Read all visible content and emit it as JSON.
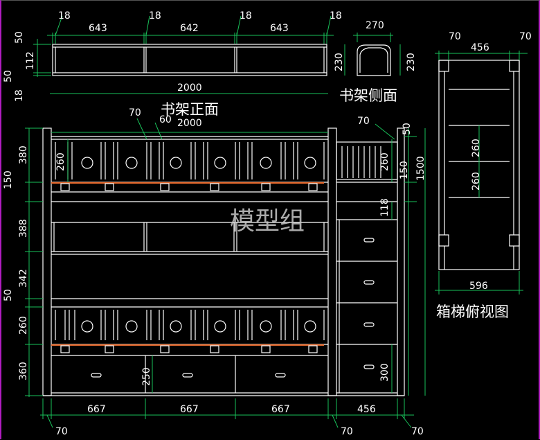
{
  "titles": {
    "front": "书架正面",
    "side": "书架侧面",
    "top_view": "箱梯俯视图",
    "watermark": "模型组"
  },
  "dims": {
    "shelf_top": [
      "18",
      "643",
      "18",
      "642",
      "18",
      "643",
      "18"
    ],
    "shelf_left": [
      "50",
      "112",
      "50",
      "18"
    ],
    "shelf_width": "2000",
    "shelf_height": "230",
    "side_width": "270",
    "side_height": "230",
    "top_view": [
      "70",
      "456",
      "70",
      "260",
      "260",
      "596"
    ],
    "main_top": [
      "70",
      "60",
      "2000"
    ],
    "main_left": [
      "380",
      "150",
      "388",
      "342",
      "50",
      "260",
      "360"
    ],
    "inner": [
      "260",
      "260",
      "118",
      "250",
      "300"
    ],
    "stair_right": [
      "70",
      "50",
      "150",
      "1500"
    ],
    "bottom": [
      "667",
      "667",
      "667",
      "456"
    ],
    "bottom_edges": [
      "70",
      "70",
      "70"
    ]
  }
}
